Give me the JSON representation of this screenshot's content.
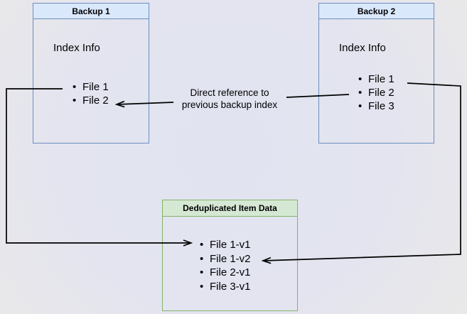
{
  "diagram": {
    "backup1": {
      "title": "Backup 1",
      "subtitle": "Index Info",
      "items": [
        "File 1",
        "File 2"
      ]
    },
    "backup2": {
      "title": "Backup 2",
      "subtitle": "Index Info",
      "items": [
        "File 1",
        "File 2",
        "File 3"
      ]
    },
    "dedup": {
      "title": "Deduplicated Item Data",
      "items": [
        "File 1-v1",
        "File 1-v2",
        "File 2-v1",
        "File 3-v1"
      ]
    },
    "edge_label": {
      "line1": "Direct reference to",
      "line2": "previous backup index"
    },
    "edges": [
      {
        "from": "Backup 1 / File 1",
        "to": "Deduplicated Item Data / File 1-v1"
      },
      {
        "from": "Backup 2 / File 1",
        "to": "Deduplicated Item Data / File 1-v2"
      },
      {
        "from": "Backup 2 / File 2",
        "to": "Backup 1 / File 2",
        "label": "Direct reference to previous backup index"
      }
    ],
    "colors": {
      "blue_header_fill": "#dae8fc",
      "blue_border": "#6c8ebf",
      "green_header_fill": "#d5e8d4",
      "green_border": "#82b366",
      "arrow": "#000000",
      "text": "#000000"
    }
  }
}
